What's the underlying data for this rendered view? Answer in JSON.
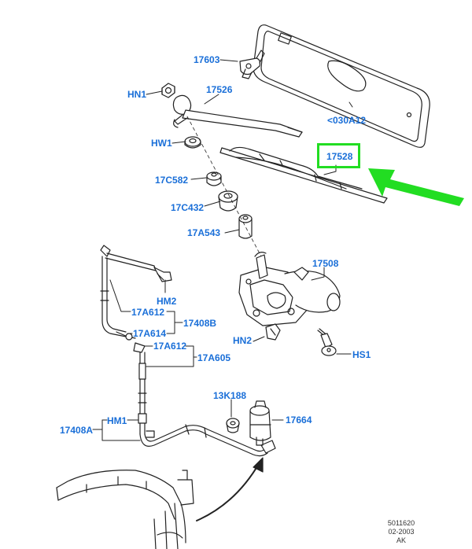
{
  "diagram": {
    "labels": {
      "p17603": "17603",
      "pHN1": "HN1",
      "p17526": "17526",
      "p030A12": "<030A12",
      "pHW1": "HW1",
      "p17528": "17528",
      "p17C582": "17C582",
      "p17C432": "17C432",
      "p17A543": "17A543",
      "p17508": "17508",
      "pHM2": "HM2",
      "p17A612a": "17A612",
      "p17A614": "17A614",
      "p17408B": "17408B",
      "pHN2": "HN2",
      "pHS1": "HS1",
      "p17A612b": "17A612",
      "p17A605": "17A605",
      "p13K188": "13K188",
      "pHM1": "HM1",
      "p17664": "17664",
      "p17408A": "17408A"
    },
    "reference": {
      "number": "5011620",
      "date": "02-2003",
      "initials": "AK"
    },
    "colors": {
      "label": "#1a6fd8",
      "highlight": "#22dd22",
      "line": "#222222"
    }
  }
}
